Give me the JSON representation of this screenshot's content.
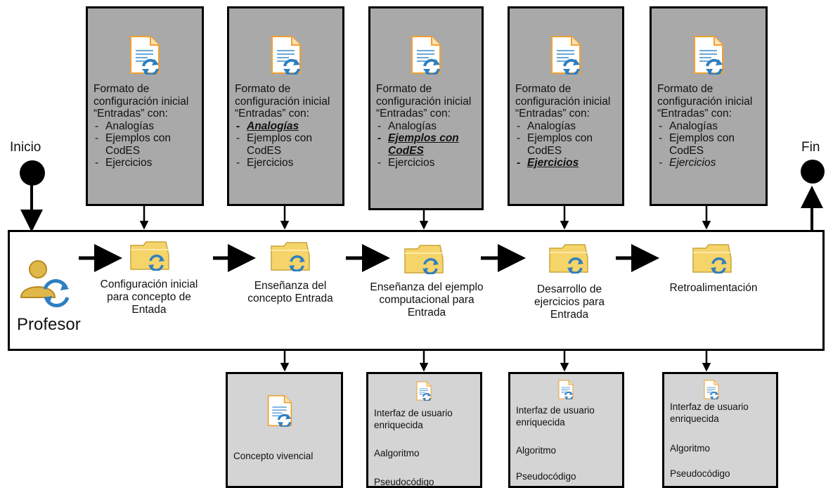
{
  "start_label": "Inicio",
  "end_label": "Fin",
  "actor_label": "Profesor",
  "top_boxes": [
    {
      "heading": "Formato de configuración inicial “Entradas” con:",
      "items": [
        "Analogías",
        "Ejemplos con CodES",
        "Ejercicios"
      ]
    },
    {
      "heading": "Formato de configuración inicial “Entradas” con:",
      "items": [
        "Analogías",
        "Ejemplos con CodES",
        "Ejercicios"
      ]
    },
    {
      "heading": "Formato de configuración inicial “Entradas” con:",
      "items": [
        "Analogías",
        "Ejemplos con CodES",
        "Ejercicios"
      ]
    },
    {
      "heading": "Formato de configuración inicial “Entradas” con:",
      "items": [
        "Analogías",
        "Ejemplos con CodES",
        "Ejercicios"
      ]
    },
    {
      "heading": "Formato de configuración inicial “Entradas” con:",
      "items": [
        "Analogías",
        "Ejemplos con CodES",
        "Ejercicios"
      ]
    }
  ],
  "steps": [
    {
      "label": "Configuración inicial para concepto de Entada"
    },
    {
      "label": "Enseñanza del concepto Entrada"
    },
    {
      "label": "Enseñanza del ejemplo computacional para Entrada"
    },
    {
      "label": "Desarrollo de ejercicios para Entrada"
    },
    {
      "label": "Retroalimentación"
    }
  ],
  "bottom_boxes": [
    {
      "lines": [
        "Concepto vivencial"
      ]
    },
    {
      "lines": [
        "Interfaz  de usuario enriquecida",
        "Aalgoritmo",
        "Pseudocódigo"
      ]
    },
    {
      "lines": [
        "Interfaz  de usuario enriquecida",
        "Algoritmo",
        "Pseudocódigo"
      ]
    },
    {
      "lines": [
        "Interfaz  de usuario enriquecida",
        "Algoritmo",
        "Pseudocódigo"
      ]
    }
  ],
  "icons": {
    "document": "document-sync-icon",
    "folder": "folder-sync-icon",
    "actor": "user-sync-icon",
    "start": "start-node-icon",
    "end": "end-node-icon"
  },
  "colors": {
    "top_box_fill": "#a9a9a9",
    "bottom_box_fill": "#d4d4d4",
    "sync_blue": "#2f7fc1",
    "folder_yellow": "#f5d46a",
    "doc_orange": "#f0a030"
  }
}
